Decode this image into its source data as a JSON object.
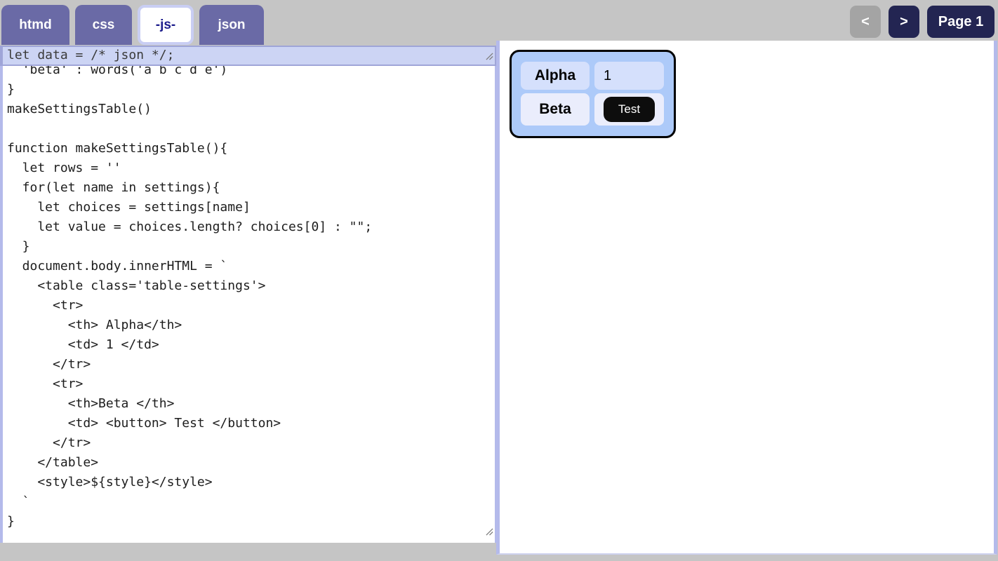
{
  "tabs": [
    {
      "label": "htmd",
      "active": false
    },
    {
      "label": "css",
      "active": false
    },
    {
      "label": "-js-",
      "active": true
    },
    {
      "label": "json",
      "active": false
    }
  ],
  "pager": {
    "prev": "<",
    "next": ">",
    "page": "Page 1"
  },
  "editor": {
    "data_line": "let data = /* json */;",
    "code": "  'beta' : words('a b c d e')\n}\nmakeSettingsTable()\n\nfunction makeSettingsTable(){\n  let rows = ''\n  for(let name in settings){\n    let choices = settings[name]\n    let value = choices.length? choices[0] : \"\";\n  }\n  document.body.innerHTML = `\n    <table class='table-settings'>\n      <tr>\n        <th> Alpha</th>\n        <td> 1 </td>\n      </tr>\n      <tr>\n        <th>Beta </th>\n        <td> <button> Test </button>\n      </tr>\n    </table>\n    <style>${style}</style>\n  `\n}"
  },
  "preview": {
    "table": {
      "rows": [
        {
          "header": "Alpha",
          "cell": "1",
          "cell_type": "text"
        },
        {
          "header": "Beta",
          "cell": "Test",
          "cell_type": "button"
        }
      ]
    }
  },
  "colors": {
    "tab_inactive": "#6a6aa6",
    "tab_active_text": "#1d1d8c",
    "navy_button": "#232552",
    "gray_button": "#a4a4a4",
    "lavender_border": "#b4baeb",
    "data_line_bg": "#ccd4f4",
    "table_container_bg": "#adcaf9",
    "row1_cell_bg": "#d5e0fc",
    "row2_cell_bg": "#eaedfc",
    "test_button_bg": "#0d0d0d"
  }
}
